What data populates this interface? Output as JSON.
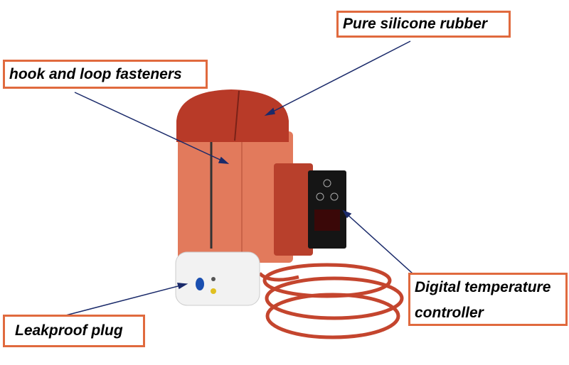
{
  "labels": {
    "silicone": "Pure silicone rubber",
    "fasteners": "hook and loop fasteners",
    "controller_line1": "Digital temperature",
    "controller_line2": "controller",
    "plug": "Leakproof plug"
  },
  "colors": {
    "label_border": "#e06a3e",
    "arrow": "#1a2a6a",
    "cap": "#b83a28",
    "blanket": "#e27a5c"
  }
}
